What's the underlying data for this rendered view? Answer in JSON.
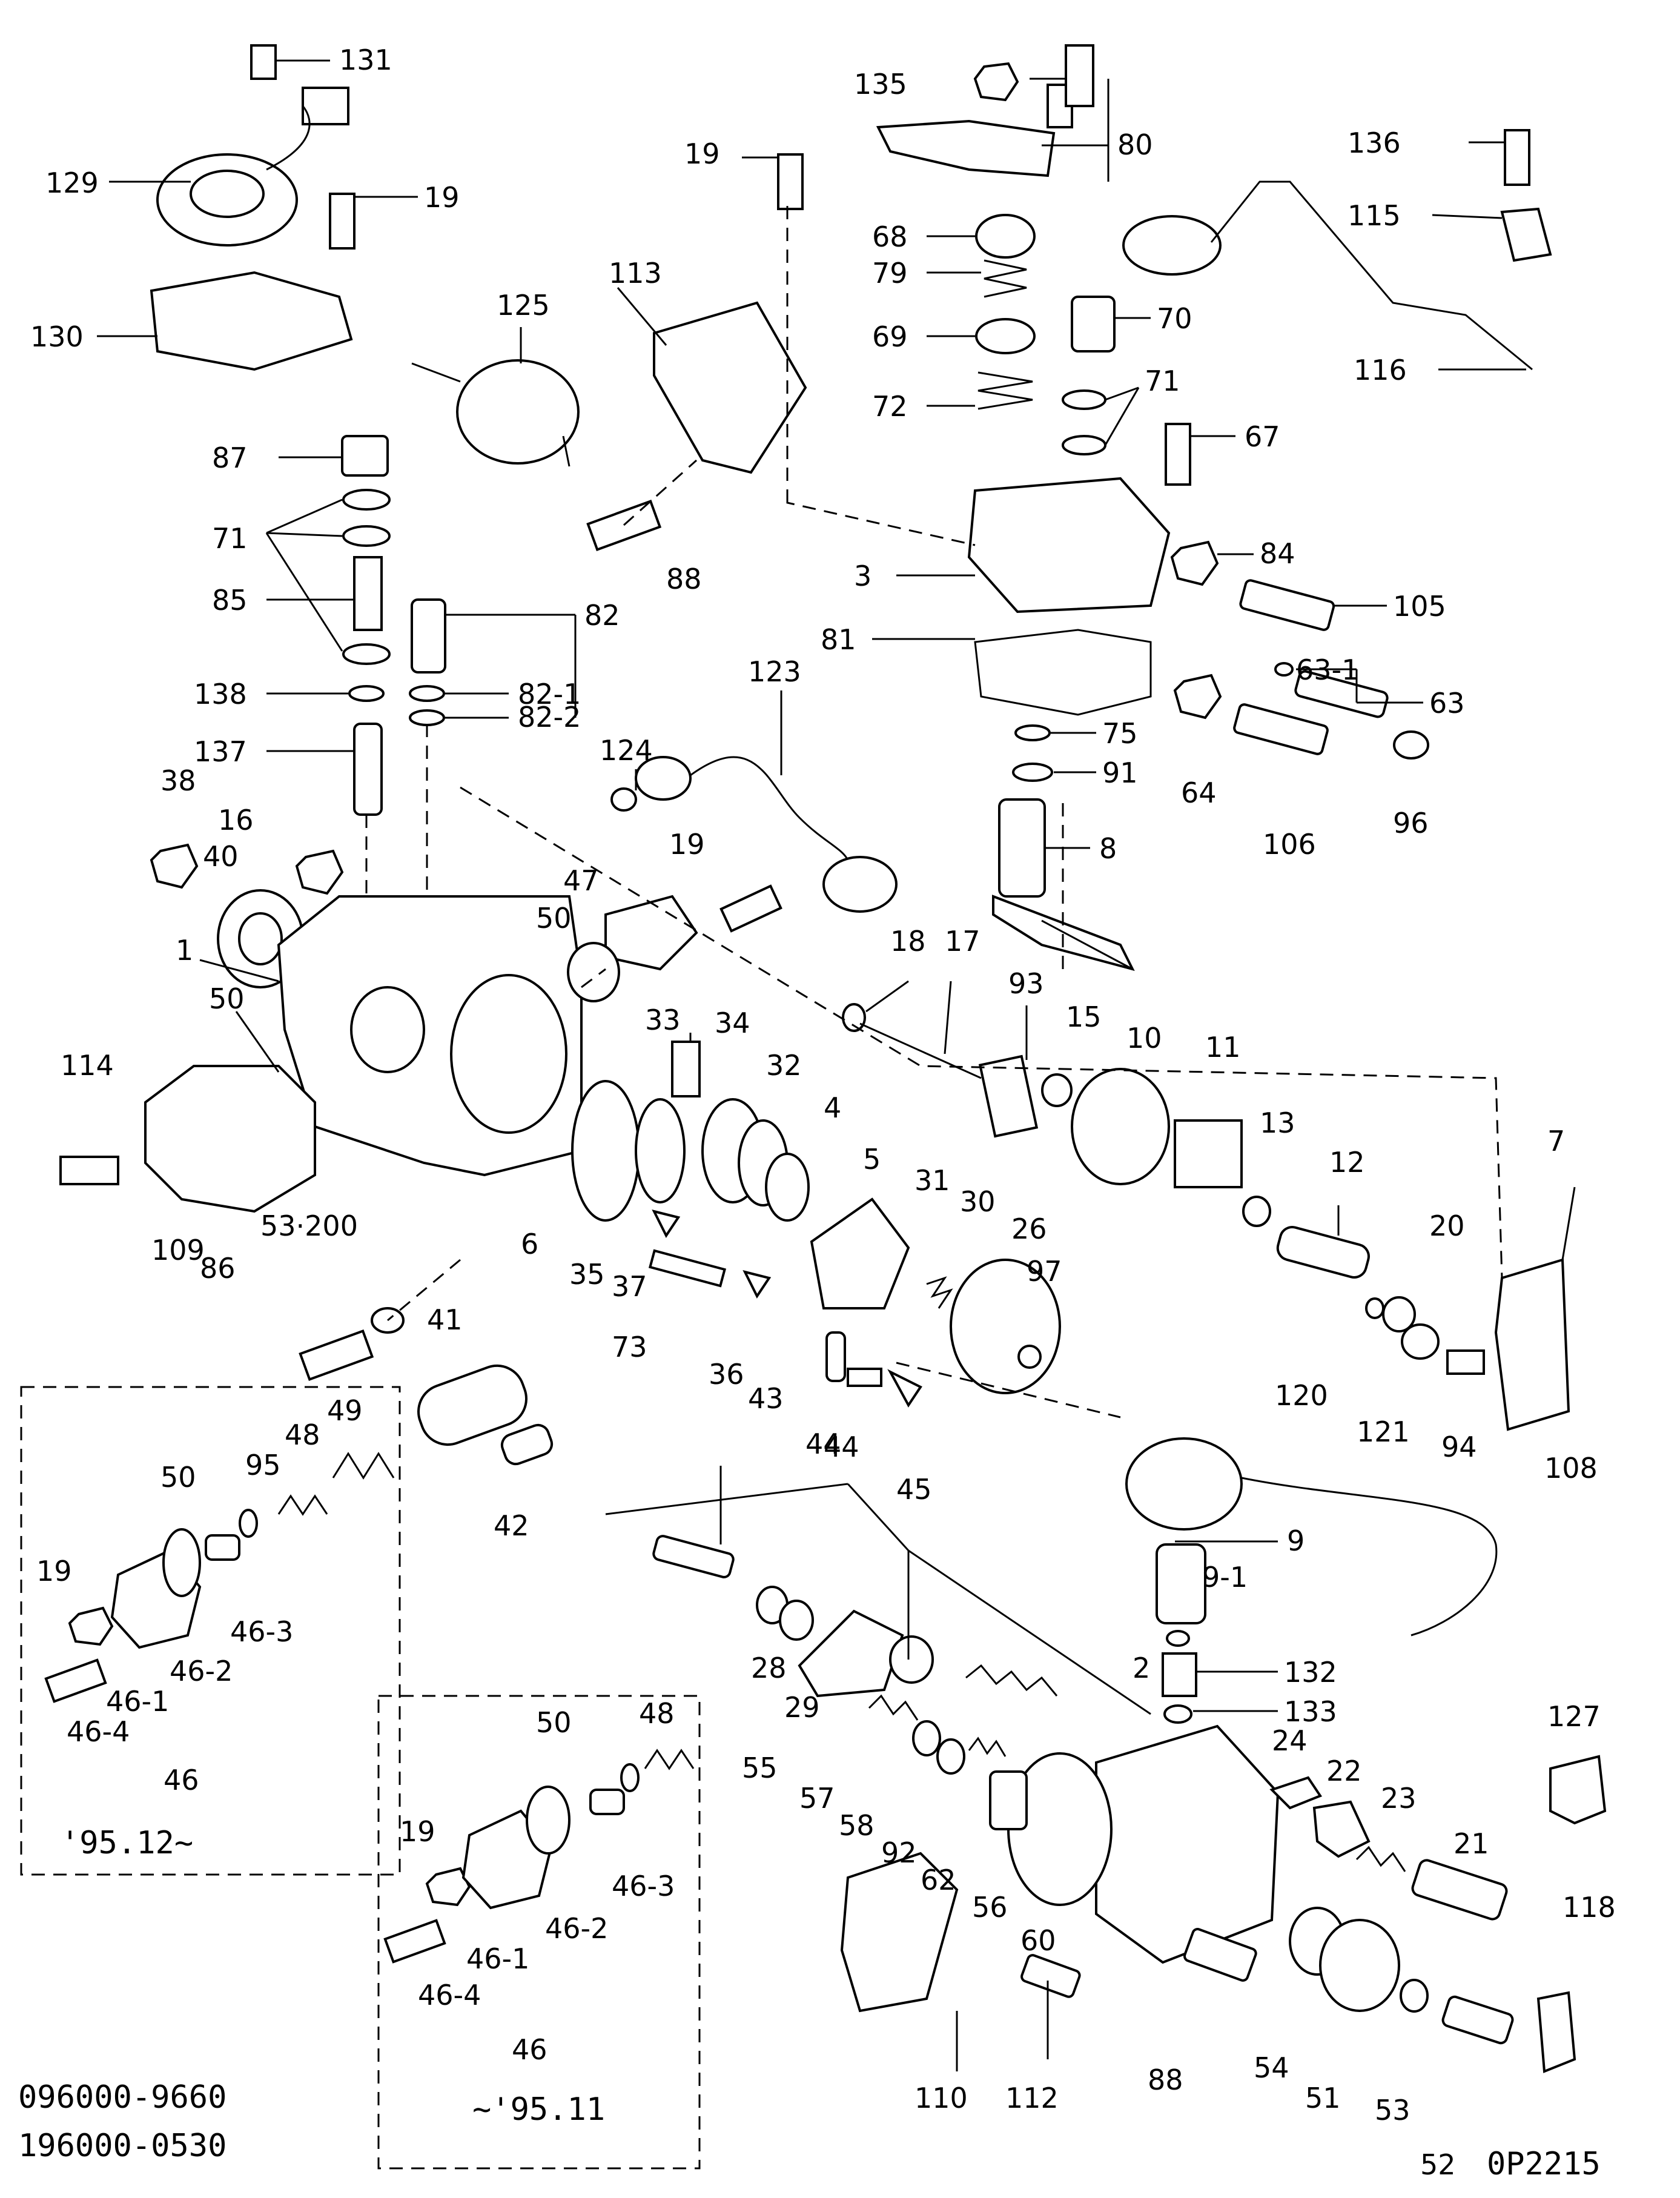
{
  "document": {
    "part_numbers": [
      "096000-9660",
      "196000-0530"
    ],
    "drawing_code": "0P2215"
  },
  "variants": {
    "new_box_label": "'95.12~",
    "old_box_label": "~'95.11"
  },
  "callouts": {
    "c131": "131",
    "c129": "129",
    "c19a": "19",
    "c130": "130",
    "c125": "125",
    "c87": "87",
    "c71a": "71",
    "c85": "85",
    "c82": "82",
    "c82_1": "82-1",
    "c82_2": "82-2",
    "c138": "138",
    "c137": "137",
    "c38": "38",
    "c16": "16",
    "c40": "40",
    "c1": "1",
    "c50a": "50",
    "c114": "114",
    "c109": "109",
    "c86": "86",
    "c53_200": "53·200",
    "c41": "41",
    "c42": "42",
    "c135": "135",
    "c80": "80",
    "c19b": "19",
    "c68": "68",
    "c79": "79",
    "c69": "69",
    "c72": "72",
    "c70": "70",
    "c71b": "71",
    "c67": "67",
    "c113": "113",
    "c88a": "88",
    "c3": "3",
    "c84": "84",
    "c105": "105",
    "c81": "81",
    "c63_1": "63-1",
    "c63": "63",
    "c75": "75",
    "c91": "91",
    "c64": "64",
    "c106": "106",
    "c96": "96",
    "c136": "136",
    "c115": "115",
    "c116": "116",
    "c123": "123",
    "c124": "124",
    "c19c": "19",
    "c47": "47",
    "c50b": "50",
    "c8": "8",
    "c18": "18",
    "c17": "17",
    "c93": "93",
    "c15": "15",
    "c10": "10",
    "c11": "11",
    "c13": "13",
    "c12": "12",
    "c7": "7",
    "c20": "20",
    "c120": "120",
    "c121": "121",
    "c94": "94",
    "c33": "33",
    "c34": "34",
    "c32": "32",
    "c4": "4",
    "c5": "5",
    "c31": "31",
    "c30": "30",
    "c26": "26",
    "c97": "97",
    "c6": "6",
    "c35": "35",
    "c37": "37",
    "c73": "73",
    "c36": "36",
    "c43": "43",
    "c44a": "44",
    "c45": "45",
    "c49": "49",
    "c48a": "48",
    "c95": "95",
    "c50c": "50",
    "c19d": "19",
    "c46_2a": "46-2",
    "c46_3a": "46-3",
    "c46_1a": "46-1",
    "c46_4a": "46-4",
    "c46a": "46",
    "c48b": "48",
    "c50d": "50",
    "c19e": "19",
    "c46_3b": "46-3",
    "c46_2b": "46-2",
    "c46_1b": "46-1",
    "c46_4b": "46-4",
    "c46b": "46",
    "c108": "108",
    "c44b": "44",
    "c9": "9",
    "c9_1": "9-1",
    "c132": "132",
    "c133": "133",
    "c2": "2",
    "c28": "28",
    "c29": "29",
    "c55": "55",
    "c57": "57",
    "c58": "58",
    "c92": "92",
    "c62": "62",
    "c56": "56",
    "c60": "60",
    "c24": "24",
    "c22": "22",
    "c23": "23",
    "c21": "21",
    "c127": "127",
    "c118": "118",
    "c110": "110",
    "c112": "112",
    "c88b": "88",
    "c54": "54",
    "c51": "51",
    "c53": "53",
    "c52": "52"
  }
}
